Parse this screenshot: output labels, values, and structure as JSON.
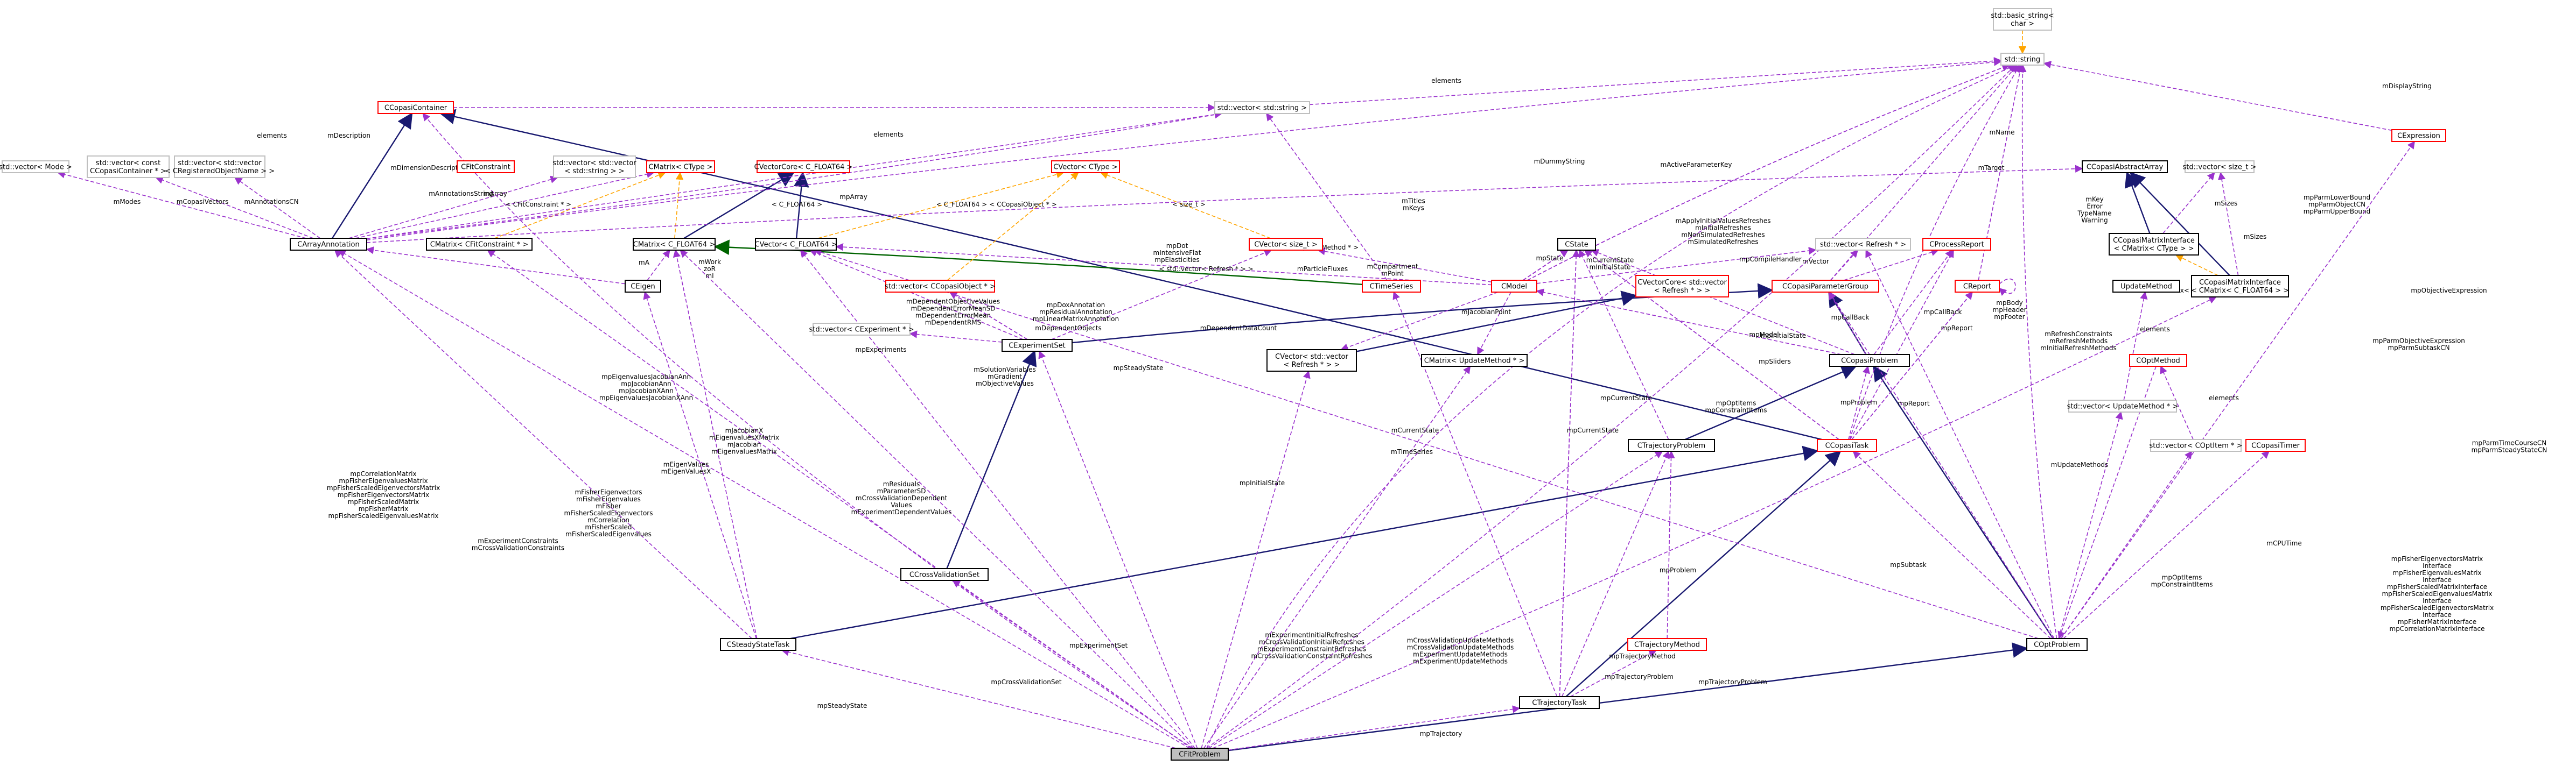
{
  "nodes": {
    "cfitproblem": "CFitProblem",
    "basic_string": [
      "std::basic_string<",
      "char >"
    ],
    "stdstring": "std::string",
    "vec_stdstring": "std::vector< std::string >",
    "ccopasicontainer": "CCopasiContainer",
    "vec_mode": "std::vector< Mode >",
    "vec_constcontainer": [
      "std::vector< const",
      "CCopasiContainer * >"
    ],
    "vec_vec_registeredname": [
      "std::vector< std::vector",
      "< CRegisteredObjectName > >"
    ],
    "cfconstraint": "CFitConstraint",
    "vec_vec_stdstring": [
      "std::vector< std::vector",
      "< std::string > >"
    ],
    "cmatrix_ctype": "CMatrix< CType >",
    "cvectorcore_cfloat": "CVectorCore< C_FLOAT64 >",
    "cvector_ctype": "CVector< CType >",
    "ccopasiabstractarray": "CCopasiAbstractArray",
    "vec_size_t_right": "std::vector< size_t >",
    "cexpression": "CExpression",
    "carrayannotation": "CArrayAnnotation",
    "cmatrix_cfitconstraint": "CMatrix< CFitConstraint * >",
    "cmatrix_cfloat": "CMatrix< C_FLOAT64 >",
    "cvector_cfloat": "CVector< C_FLOAT64 >",
    "cvector_size_t": "CVector< size_t >",
    "cstate": "CState",
    "vec_refresh": "std::vector< Refresh * >",
    "cprocessreport": "CProcessReport",
    "ccopasimatrixinterface": [
      "CCopasiMatrixInterface",
      "< CMatrix< CType > >"
    ],
    "ceigen": "CEigen",
    "vec_ccopasiobject": "std::vector< CCopasiObject * >",
    "ctimeseries": "CTimeSeries",
    "cmodel": "CModel",
    "cvectorcore_refresh": [
      "CVectorCore< std::vector",
      "< Refresh * > >"
    ],
    "ccopasiparametergroup": "CCopasiParameterGroup",
    "creport": "CReport",
    "updatemethod": "UpdateMethod",
    "ccopasimatrixinterface2": [
      "CCopasiMatrixInterface",
      "< CMatrix< C_FLOAT64 > >"
    ],
    "vec_cexperiment": "std::vector< CExperiment * >",
    "cexperimentset": "CExperimentSet",
    "cvector_vec_refresh": [
      "CVector< std::vector",
      "< Refresh * > >"
    ],
    "cmatrix_updatemethod": "CMatrix< UpdateMethod * >",
    "ccopasiproblem": "CCopasiProblem",
    "coptmethod": "COptMethod",
    "vec_updatemethod": "std::vector< UpdateMethod * >",
    "ctrajectoryproblem": "CTrajectoryProblem",
    "ccopasitask": "CCopasiTask",
    "vec_coptitem": "std::vector< COptItem * >",
    "ccopasitimer": "CCopasiTimer",
    "ccrossvalidationset": "CCrossValidationSet",
    "csteadystatetask": "CSteadyStateTask",
    "coptproblem": "COptProblem",
    "ctrajectorymethod": "CTrajectoryMethod",
    "ctrajectorytask": "CTrajectoryTask"
  },
  "edge_labels": {
    "elements_top": "elements",
    "elements_left": "elements",
    "elements_mid": "elements",
    "mdescription": "mDescription",
    "mdimensiondescriptions": "mDimensionDescriptions",
    "mmodes": "mModes",
    "mcopasivectors": "mCopasiVectors",
    "mannotationscn": "mAnnotationsCN",
    "mannotationsstring": "mAnnotationsString",
    "marray": "mArray",
    "cfconstraint_arrow": "< CFitConstraint * >",
    "cfloat_tmpl": "< C_FLOAT64 >",
    "cfloat_tmpl2": "< C_FLOAT64 >",
    "ccopasiobject_tmpl": "< CCopasiObject * >",
    "size_t_tmpl": "< size_t >",
    "marray2": "mpArray",
    "mdummystring": "mDummyString",
    "mactiveparameterkey": "mActiveParameterKey",
    "mtitles": [
      "mTitles",
      "mKeys"
    ],
    "mname": "mName",
    "mtarget": "mTarget",
    "mdisplaystring": "mDisplayString",
    "mpparmlowerbound": [
      "mpParmLowerBound",
      "mpParmObjectCN",
      "mpParmUpperBound"
    ],
    "msizes": "mSizes",
    "msizes2": "mSizes",
    "ccmatrix_tmpl": "< CMatrix< C_FLOAT64 > >",
    "ma": "mA",
    "mwork": [
      "mWork",
      "zoR",
      "mI"
    ],
    "mpdot": [
      "mpDot",
      "mIntensiveFlat",
      "mpElasticities"
    ],
    "updatemethod_tmpl": "< UpdateMethod * >",
    "vec_refresh_tmpl": "< std::vector< Refresh * > >",
    "mparticleflux": "mParticleFluxes",
    "mcompartment": [
      "mCompartment",
      "mPoint"
    ],
    "mjacobianpoint": "mJacobianPoint",
    "mpstate": "mpState",
    "mcurrentstate": [
      "mCurrentState",
      "mInitialState"
    ],
    "mapplyinitial": [
      "mApplyInitialValuesRefreshes",
      "mInitialRefreshes",
      "mNonSimulatedRefreshes",
      "mSimulatedRefreshes"
    ],
    "mpcompilehandler": "mpCompileHandler",
    "mvector": "mVector",
    "mpbody": [
      "mpBody",
      "mpHeader",
      "mpFooter"
    ],
    "mpobjectiveexpression": [
      "mpParmObjectiveExpression",
      "mpParmSubtaskCN"
    ],
    "mpdependentobjects": [
      "mDependentObjectiveValues",
      "mDependentErrorMeanSD",
      "mDependentErrorMean",
      "mDependentRMS"
    ],
    "mpdoxannotation": [
      "mpDoxAnnotation",
      "mpResidualAnnotation",
      "mpLinearMatrixAnnotation"
    ],
    "mdependentobjects": "mDependentObjects",
    "mdependentdatacount": "mDependentDataCount",
    "mpexperiments": "mpExperiments",
    "mpsolutionvariables": [
      "mSolutionVariables",
      "mGradient",
      "mObjectiveValues"
    ],
    "mpsteadystate": "mpSteadyState",
    "mpmodel": "mpModel",
    "mkey": [
      "mKey",
      "Error",
      "TypeName",
      "Warning"
    ],
    "mpcallback": "mpCallBack",
    "mpcallback2": "mpCallBack",
    "mpreport": "mpReport",
    "mpreport2": "mpReport",
    "mpsliders": "mpSliders",
    "mpinitialstate2": "mpInitialState",
    "mpoptitems": [
      "mpOptItems",
      "mpConstraintItems"
    ],
    "mpproblem": "mpProblem",
    "mrefreshconstraints": [
      "mRefreshConstraints",
      "mRefreshMethods",
      "mInitialRefreshMethods"
    ],
    "elements_updatemethod": "elements",
    "elements_coptitem": "elements",
    "mpcurrentstate": "mpCurrentState",
    "mpcurrentstate2": "mpCurrentState",
    "mcurrentstate3": "mCurrentState",
    "mtimeseries": "mTimeSeries",
    "mpinitialstate": "mpInitialState",
    "mpobjectiveexpression2": "mpObjectiveExpression",
    "mupdatemethods": "mUpdateMethods",
    "mpoptitems2": [
      "mpOptItems",
      "mpConstraintItems"
    ],
    "mcputime": "mCPUTime",
    "mpsubtask": "mpSubtask",
    "mpeigenvaluesjacobian": [
      "mpEigenvaluesJacobianAnn",
      "mpJacobianAnn",
      "mpJacobianXAnn",
      "mpEigenvaluesJacobianXAnn"
    ],
    "mpjacobianx": [
      "mJacobianX",
      "mEigenvaluesXMatrix",
      "mJacobian",
      "mEigenvaluesMatrix"
    ],
    "meigenvalues": [
      "mEigenValues",
      "mEigenValuesX"
    ],
    "mpcorrelationmatrix": [
      "mpCorrelationMatrix",
      "mpFisherEigenvaluesMatrix",
      "mpFisherScaledEigenvectorsMatrix",
      "mpFisherEigenvectorsMatrix",
      "mpFisherScaledMatrix",
      "mpFisherMatrix",
      "mpFisherScaledEigenvaluesMatrix"
    ],
    "mexperimentconstraints": [
      "mExperimentConstraints",
      "mCrossValidationConstraints"
    ],
    "mfishereigenvectors": [
      "mFisherEigenvectors",
      "mFisherEigenvalues",
      "mFisher",
      "mFisherScaledEigenvectors",
      "mCorrelation",
      "mFisherScaled",
      "mFisherScaledEigenvalues"
    ],
    "mresiduals": [
      "mResiduals",
      "mParameterSD",
      "mCrossValidationDependent",
      "Values",
      "mExperimentDependentValues"
    ],
    "mexperimentinitialrefreshes": [
      "mExperimentInitialRefreshes",
      "mCrossValidationInitialRefreshes",
      "mExperimentConstraintRefreshes",
      "mCrossValidationConstraintRefreshes"
    ],
    "mcrossvalidationupdatemethods": [
      "mCrossValidationUpdateMethods",
      "mCrossValidationUpdateMethods",
      "mExperimentUpdateMethods",
      "mExperimentUpdateMethods"
    ],
    "mptrajectoryproblem": "mpTrajectoryProblem",
    "mptrajectoryproblem2": "mpTrajectoryProblem",
    "mpproblem2": "mpProblem",
    "mptrajectorymethod": "mpTrajectoryMethod",
    "mpexperimentset": "mpExperimentSet",
    "mpcrossvalidationset": "mpCrossValidationSet",
    "mpsteadystate2": "mpSteadyState",
    "mptrajectory": "mpTrajectory",
    "mpparmtimecourse": [
      "mpParmTimeCourseCN",
      "mpParmSteadyStateCN"
    ],
    "mpfishereigenvectorsmatrix": [
      "mpFisherEigenvectorsMatrix",
      "Interface",
      "mpFisherEigenvaluesMatrix",
      "Interface",
      "mpFisherScaledMatrixInterface",
      "mpFisherScaledEigenvaluesMatrix",
      "Interface",
      "mpFisherScaledEigenvectorsMatrix",
      "Interface",
      "mpFisherMatrixInterface",
      "mpCorrelationMatrixInterface"
    ]
  }
}
